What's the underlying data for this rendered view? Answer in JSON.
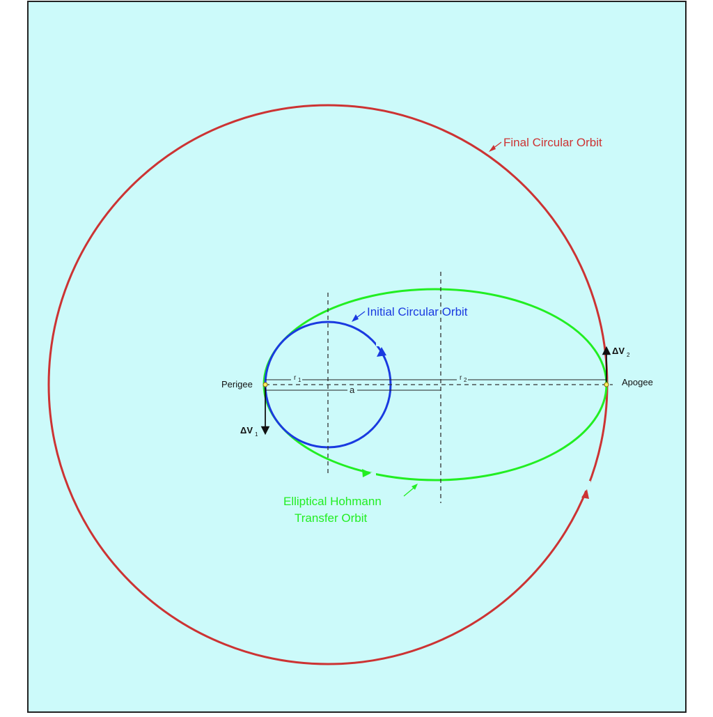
{
  "diagram": {
    "labels": {
      "final_orbit": "Final Circular Orbit",
      "initial_orbit": "Initial Circular Orbit",
      "transfer_line1": "Elliptical Hohmann",
      "transfer_line2": "Transfer Orbit",
      "perigee": "Perigee",
      "apogee": "Apogee",
      "dv1_base": "ΔV",
      "dv1_sub": "1",
      "dv2_base": "ΔV",
      "dv2_sub": "2",
      "r1": "r",
      "r1_sub": "1",
      "r2": "r",
      "r2_sub": "2",
      "a": "a"
    },
    "colors": {
      "background": "#ccfafa",
      "frame": "#222222",
      "final_orbit": "#cc3333",
      "initial_orbit": "#1a3ae0",
      "transfer_orbit": "#22ee22",
      "axes": "#333333",
      "points": "#c8a000"
    }
  }
}
